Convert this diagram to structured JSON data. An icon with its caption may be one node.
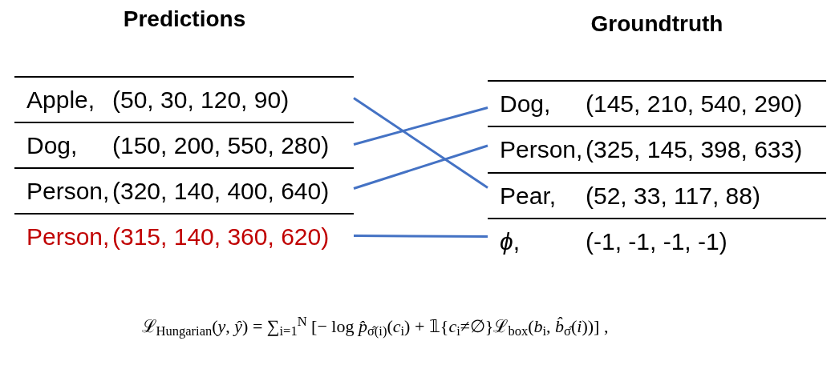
{
  "diagram": {
    "nodes": [
      {
        "text": [
          "Apple,",
          "(50, 30, 120, 90)"
        ]
      },
      {
        "text": [
          "Dog,",
          "(150, 200, 550, 280)"
        ]
      },
      {
        "text": [
          "Person,",
          "(320, 140, 400, 640)"
        ]
      },
      {
        "text": [
          "Person,",
          "(315, 140, 360, 620)"
        ]
      },
      {
        "text": [
          "Dog,",
          "(145, 210, 540, 290)"
        ]
      },
      {
        "text": [
          "Person,",
          "(325, 145, 398, 633)"
        ]
      },
      {
        "text": [
          "Pear,",
          "(52, 33, 117, 88)"
        ]
      },
      {
        "text": [
          "*ϕ*,",
          "(-1, -1, -1, -1)"
        ]
      }
    ],
    "edges": [
      {
        "from": 0,
        "to": 6,
        "arrow": "none"
      },
      {
        "from": 1,
        "to": 4,
        "arrow": "none"
      },
      {
        "from": 2,
        "to": 5,
        "arrow": "none"
      },
      {
        "from": 3,
        "to": 7,
        "arrow": "none"
      }
    ],
    "labels": [
      "Predictions",
      "Groundtruth",
      "ℒ$_{Hungarian}$(*y*, *ŷ*) = ∑$_{i=1}$$^{N}$ [− log *p̂*$_{σ̂(i)}$(*c*$_{i}$) + 𝟙{*c*$_{i}$≠∅}ℒ$_{box}$(*b*$_{i}$, *b̂*$_{σ̂}$(*i*))] ,"
    ]
  }
}
